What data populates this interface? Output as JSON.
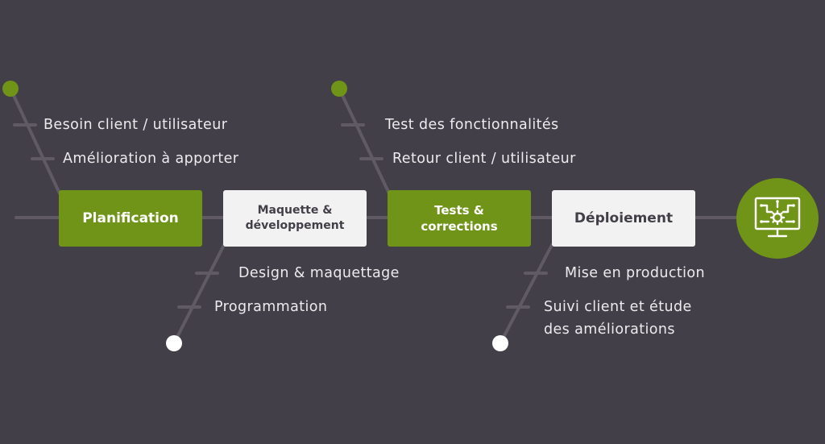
{
  "colors": {
    "background": "#433f48",
    "accent_green": "#6f9417",
    "box_white": "#f2f2f2",
    "line": "#5f5a64",
    "dot_white": "#ffffff",
    "text_light": "#ecebee"
  },
  "stages": [
    {
      "title": "Planification",
      "style": "green"
    },
    {
      "title": "Maquette &\ndéveloppement",
      "style": "white"
    },
    {
      "title": "Tests &\ncorrections",
      "style": "green"
    },
    {
      "title": "Déploiement",
      "style": "white"
    }
  ],
  "branches": [
    {
      "stage": 0,
      "items": [
        "Besoin client / utilisateur",
        "Amélioration à apporter"
      ]
    },
    {
      "stage": 1,
      "items": [
        "Design & maquettage",
        "Programmation"
      ]
    },
    {
      "stage": 2,
      "items": [
        "Test des fonctionnalités",
        "Retour client / utilisateur"
      ]
    },
    {
      "stage": 3,
      "items": [
        "Mise en production",
        "Suivi client et étude\ndes améliorations"
      ]
    }
  ],
  "end_icon": "monitor-circuit-gear-icon"
}
